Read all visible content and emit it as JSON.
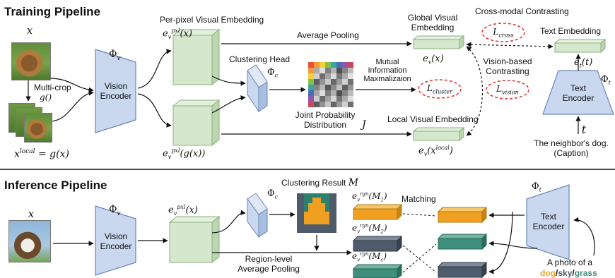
{
  "sections": {
    "training_title": "Training Pipeline",
    "inference_title": "Inference Pipeline"
  },
  "training": {
    "x_var": "x",
    "multi_crop_line1": "Multi-crop",
    "multi_crop_fn": "g()",
    "x_local": "x",
    "x_local_sup": "local",
    "x_local_eq": "= g(x)",
    "phi_v": "Φ",
    "phi_v_sub": "v",
    "vision_encoder_l1": "Vision",
    "vision_encoder_l2": "Encoder",
    "per_pixel_title": "Per-pixel Visual Embedding",
    "per_pixel_sym": "e",
    "per_pixel_sub": "v",
    "per_pixel_sup": "pxl",
    "per_pixel_arg": "(x)",
    "per_pixel_local_arg": "(g(x))",
    "clustering_head": "Clustering Head",
    "phi_c": "Φ",
    "phi_c_sub": "c",
    "average_pooling": "Average Pooling",
    "global_embed_l1": "Global Visual",
    "global_embed_l2": "Embedding",
    "global_sym": "e",
    "global_sub": "v",
    "global_arg": "(x)",
    "mi_l1": "Mutual",
    "mi_l2": "Information",
    "mi_l3": "Maxmalizaion",
    "loss_cluster": "L",
    "loss_cluster_sub": "cluster",
    "joint_prob_l1": "Joint Probability",
    "joint_prob_l2": "Distribution",
    "joint_sym": "J",
    "local_embed_title": "Local Visual Embedding",
    "local_sym": "e",
    "local_sub": "v",
    "local_arg_pre": "(x",
    "local_arg_sup": "local",
    "local_arg_post": ")",
    "cross_modal": "Cross-modal Contrasting",
    "loss_cross": "L",
    "loss_cross_sub": "cross",
    "text_embedding": "Text Embedding",
    "text_sym": "e",
    "text_sub": "t",
    "text_arg": "(t)",
    "vision_based_l1": "Vision-based",
    "vision_based_l2": "Contrasting",
    "loss_vision": "L",
    "loss_vision_sub": "vision",
    "phi_t": "Φ",
    "phi_t_sub": "t",
    "text_encoder_l1": "Text",
    "text_encoder_l2": "Encoder",
    "t_var": "t",
    "caption_l1": "The neighbor's dog.",
    "caption_l2": "(Caption)"
  },
  "inference": {
    "x_var": "x",
    "phi_v": "Φ",
    "phi_v_sub": "v",
    "vision_encoder_l1": "Vision",
    "vision_encoder_l2": "Encoder",
    "per_pixel_sym": "e",
    "per_pixel_sub": "v",
    "per_pixel_sup": "pxl",
    "per_pixel_arg": "(x)",
    "phi_c": "Φ",
    "phi_c_sub": "c",
    "clustering_result": "Clustering Result",
    "clustering_sym": "M",
    "region_pool_l1": "Region-level",
    "region_pool_l2": "Average Pooling",
    "rgn_sym": "e",
    "rgn_sub": "v",
    "rgn_sup": "rgn",
    "rgn_m1": "(M",
    "rgn_m1_sub": "1",
    "rgn_m2_sub": "2",
    "rgn_mc_sub": "c",
    "rgn_close": ")",
    "matching": "Matching",
    "phi_t": "Φ",
    "phi_t_sub": "t",
    "text_encoder_l1": "Text",
    "text_encoder_l2": "Encoder",
    "prompt_l1": "A photo of a",
    "prompt_dog": "dog",
    "prompt_slash1": "/",
    "prompt_sky": "sky",
    "prompt_slash2": "/",
    "prompt_grass": "grass"
  },
  "colors": {
    "encoder_fill": "#c9d7ef",
    "encoder_stroke": "#6a86b8",
    "embed_fill": "#d5e8cd",
    "embed_stroke": "#8db07d",
    "loss_ring": "#e03030",
    "orange": "#f0a020",
    "slate": "#4d5b6b",
    "teal": "#3f8f7c",
    "dog_text": "#f0a020",
    "sky_text": "#4d5b6b",
    "grass_text": "#3f8f7c"
  },
  "icons": {
    "dog_image": "photo-dog",
    "heatmap": "joint-probability-heatmap",
    "segmentation": "segmentation-map"
  }
}
